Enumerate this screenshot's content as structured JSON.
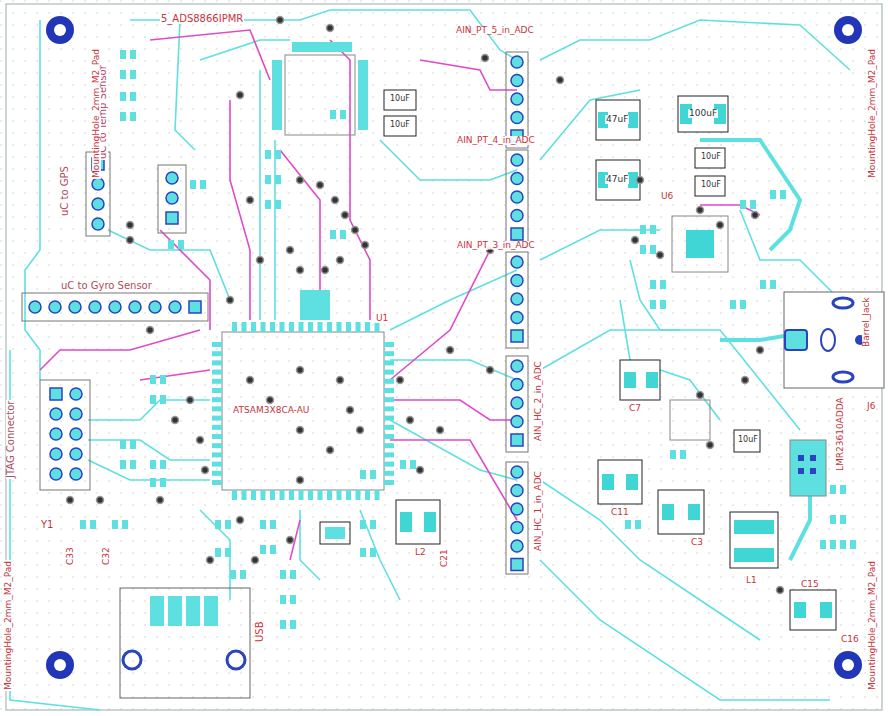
{
  "diagram": {
    "labels": [
      "5_ADS8866IPMR",
      "uC to Temp Sensor",
      "uC to GPS",
      "uC to Gyro Sensor",
      "JTAG Connector",
      "ATSAM3X8CA-AU",
      "AIN_PT_5_in_ADC",
      "AIN_PT_4_in_ADC",
      "AIN_PT_3_in_ADC",
      "AIN_HC_2_in_ADC",
      "AIN_HC_1_in_ADC",
      "47uF",
      "47uF",
      "100uF",
      "10uF",
      "10uF",
      "10uF",
      "10uF",
      "10uF",
      "Barrel_Jack",
      "LMR23610ADDA",
      "MountingHole_2mm_M2_Pad",
      "MountingHole_2mm_M2_Pad",
      "MountingHole_2mm_M2_Pad",
      "MountingHole_2mm_M2_Pad",
      "USB",
      "Y1",
      "C33",
      "C32",
      "U1",
      "U6",
      "J6",
      "L1",
      "L2",
      "C3",
      "C7",
      "C15",
      "C16",
      "C11",
      "C21"
    ]
  }
}
